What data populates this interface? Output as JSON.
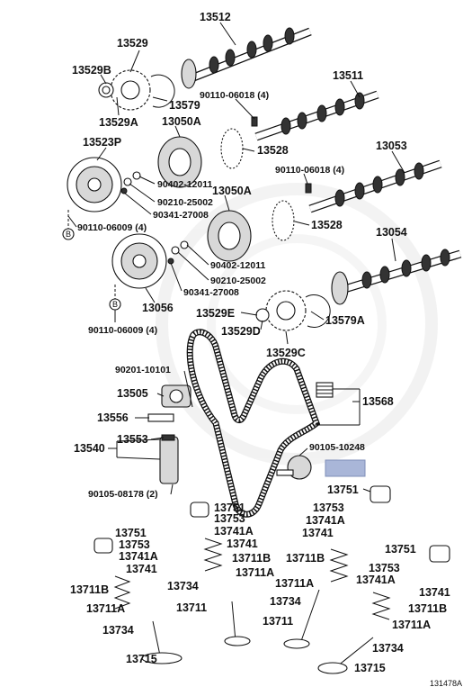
{
  "labels": {
    "l13512": "13512",
    "l13529": "13529",
    "l13529B": "13529B",
    "l13529A": "13529A",
    "l13579": "13579",
    "l13050A_1": "13050A",
    "l13523P": "13523P",
    "l90110_06018_1": "90110-06018 (4)",
    "l13511": "13511",
    "l13528_1": "13528",
    "l90402_12011_1": "90402-12011",
    "l90210_25002_1": "90210-25002",
    "l90341_27008_1": "90341-27008",
    "l90110_06009_1": "90110-06009 (4)",
    "l13053": "13053",
    "l90110_06018_2": "90110-06018 (4)",
    "l13050A_2": "13050A",
    "l13528_2": "13528",
    "l13054": "13054",
    "l90402_12011_2": "90402-12011",
    "l90210_25002_2": "90210-25002",
    "l90341_27008_2": "90341-27008",
    "l13056": "13056",
    "l90110_06009_2": "90110-06009 (4)",
    "l13529E": "13529E",
    "l13529D": "13529D",
    "l13529C": "13529C",
    "l13579A": "13579A",
    "l90201_10101": "90201-10101",
    "l13505": "13505",
    "l13556": "13556",
    "l13568": "13568",
    "l13540": "13540",
    "l13553": "13553",
    "l90105_10248": "90105-10248",
    "l90105_08178": "90105-08178 (2)",
    "l13751_mid": "13751",
    "l13751_c": "13751",
    "l13753_c": "13753",
    "l13741A_c": "13741A",
    "l13741_c": "13741",
    "l13711B_c": "13711B",
    "l13711A_c": "13711A",
    "l13734_c": "13734",
    "l13711_c": "13711",
    "l13751_l": "13751",
    "l13753_l": "13753",
    "l13741A_l": "13741A",
    "l13741_l": "13741",
    "l13711B_l": "13711B",
    "l13711A_l": "13711A",
    "l13734_l": "13734",
    "l13715_l": "13715",
    "l13753_r": "13753",
    "l13741A_r": "13741A",
    "l13741_r": "13741",
    "l13711B_r": "13711B",
    "l13711A_r": "13711A",
    "l13734_r": "13734",
    "l13711_r": "13711",
    "l13751_rr": "13751",
    "l13753_rr": "13753",
    "l13741A_rr": "13741A",
    "l13741_rr": "13741",
    "l13711B_rr": "13711B",
    "l13711A_rr": "13711A",
    "l13734_rr": "13734",
    "l13715_rr": "13715",
    "ref_b_1": "B",
    "ref_b_2": "B",
    "diagram_id": "131478A"
  },
  "colors": {
    "highlight_box": "#a9b6d8",
    "ink": "#111111",
    "watermark": "#e6e6e6"
  }
}
